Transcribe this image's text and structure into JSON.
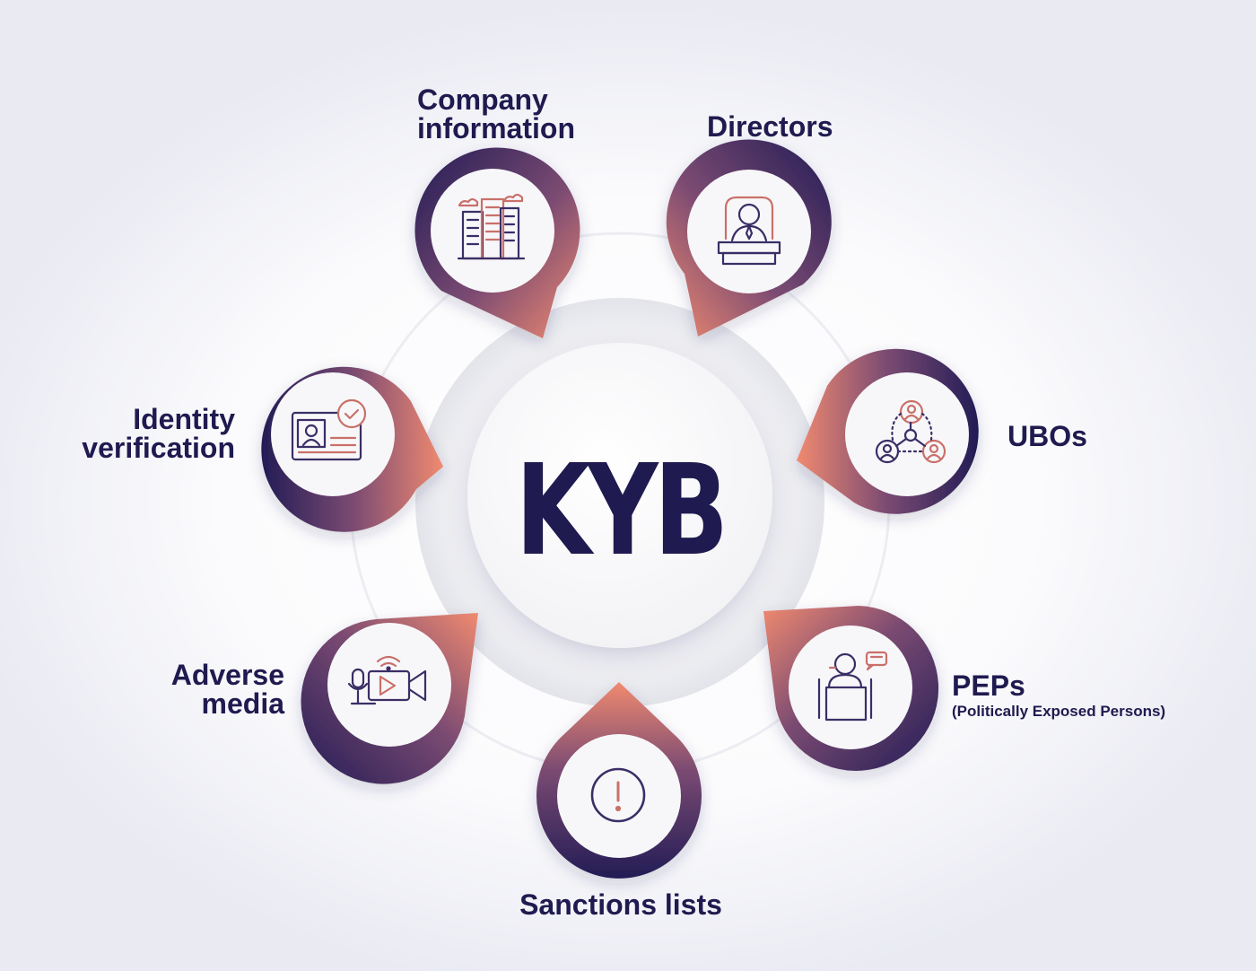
{
  "center": {
    "title": "KYB"
  },
  "items": {
    "company_information": {
      "label_line1": "Company",
      "label_line2": "information",
      "icon": "buildings-icon"
    },
    "directors": {
      "label": "Directors",
      "icon": "director-at-desk-icon"
    },
    "ubos": {
      "label": "UBOs",
      "icon": "ownership-network-icon"
    },
    "peps": {
      "label": "PEPs",
      "sublabel": "(Politically Exposed Persons)",
      "icon": "speaker-podium-icon"
    },
    "sanctions_lists": {
      "label": "Sanctions lists",
      "icon": "warning-exclamation-icon"
    },
    "adverse_media": {
      "label_line1": "Adverse",
      "label_line2": "media",
      "icon": "media-recording-icon"
    },
    "identity_verification": {
      "label_line1": "Identity",
      "label_line2": "verification",
      "icon": "id-card-check-icon"
    }
  },
  "colors": {
    "navy": "#1f1a4f",
    "coral": "#ea7a6a",
    "text": "#1f1a4f"
  }
}
